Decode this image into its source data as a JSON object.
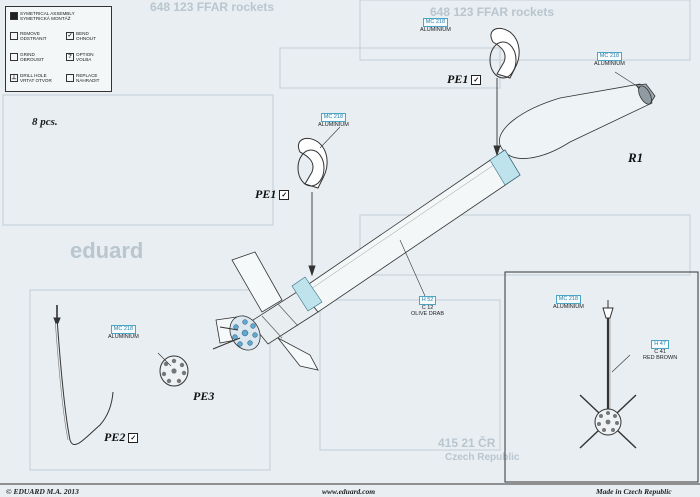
{
  "legend": {
    "items": [
      {
        "icon": "symmetry-icon",
        "glyph": "",
        "line1": "SYMETRICAL ASSEMBLY",
        "line2": "SYMETRICKÁ MONTÁŽ"
      },
      {
        "icon": "remove-icon",
        "glyph": "",
        "line1": "REMOVE",
        "line2": "ODSTRANIT"
      },
      {
        "icon": "bend-icon",
        "glyph": "✓",
        "line1": "BEND",
        "line2": "OHNOUT"
      },
      {
        "icon": "grind-icon",
        "glyph": "",
        "line1": "GRIND",
        "line2": "OBROUSIT"
      },
      {
        "icon": "option-icon",
        "glyph": "?",
        "line1": "OPTION",
        "line2": "VOLBA"
      },
      {
        "icon": "drill-icon",
        "glyph": "⊥",
        "line1": "DRILL HOLE",
        "line2": "VRTAT OTVOR"
      },
      {
        "icon": "replace-icon",
        "glyph": "",
        "line1": "REPLACE",
        "line2": "NAHRADIT"
      }
    ]
  },
  "quantity": "8 pcs.",
  "parts": {
    "pe1_top": "PE1",
    "pe1_mid": "PE1",
    "r1": "R1",
    "pe3": "PE3",
    "pe2": "PE2",
    "check": "✓"
  },
  "paints": {
    "mc218_top": {
      "code": "MC 218",
      "name": "ALUMINIUM"
    },
    "mc218_nose": {
      "code": "MC 218",
      "name": "ALUMINIUM"
    },
    "mc218_mid": {
      "code": "MC 218",
      "name": "ALUMINIUM"
    },
    "mc218_pe3": {
      "code": "MC 218",
      "name": "ALUMINIUM"
    },
    "h52": {
      "code": "H 52",
      "code2": "C 12",
      "name": "OLIVE DRAB"
    },
    "mc218_inset": {
      "code": "MC 218",
      "name": "ALUMINIUM"
    },
    "h47": {
      "code": "H 47",
      "code2": "C 41",
      "name": "RED BROWN"
    }
  },
  "footer": {
    "left": "© EDUARD M.A. 2013",
    "center": "www.eduard.com",
    "right": "Made in Czech Republic"
  },
  "showthrough": {
    "a": "648 123 FFAR rockets",
    "b": "648 123 FFAR rockets",
    "c": "eduard",
    "d": "415 21 ČR",
    "e": "Czech Republic"
  }
}
